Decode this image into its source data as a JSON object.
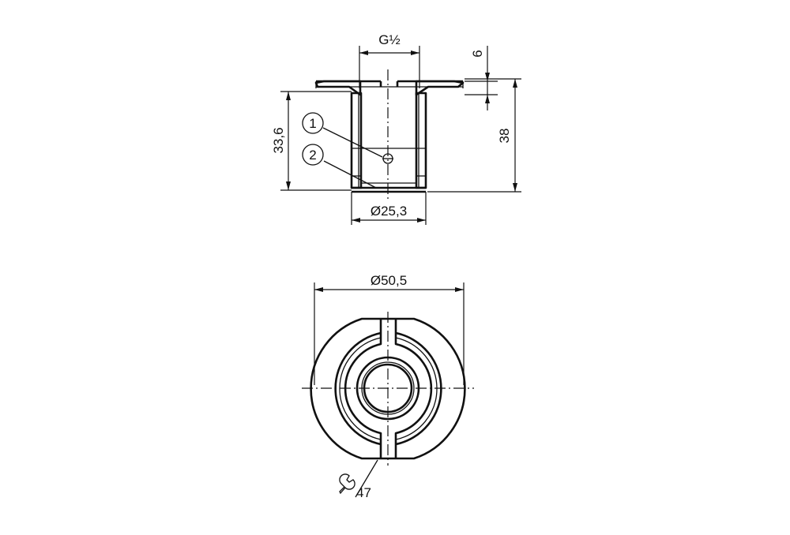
{
  "top_view": {
    "dim_thread": "G½",
    "dim_flange_thickness": "6",
    "dim_height_inner": "33,6",
    "dim_height_total": "38",
    "dim_bore_diameter": "Ø25,3",
    "callout_1": "1",
    "callout_2": "2"
  },
  "bottom_view": {
    "dim_outer_diameter": "Ø50,5",
    "wrench_size": "47",
    "wrench_icon": "wrench-icon"
  }
}
